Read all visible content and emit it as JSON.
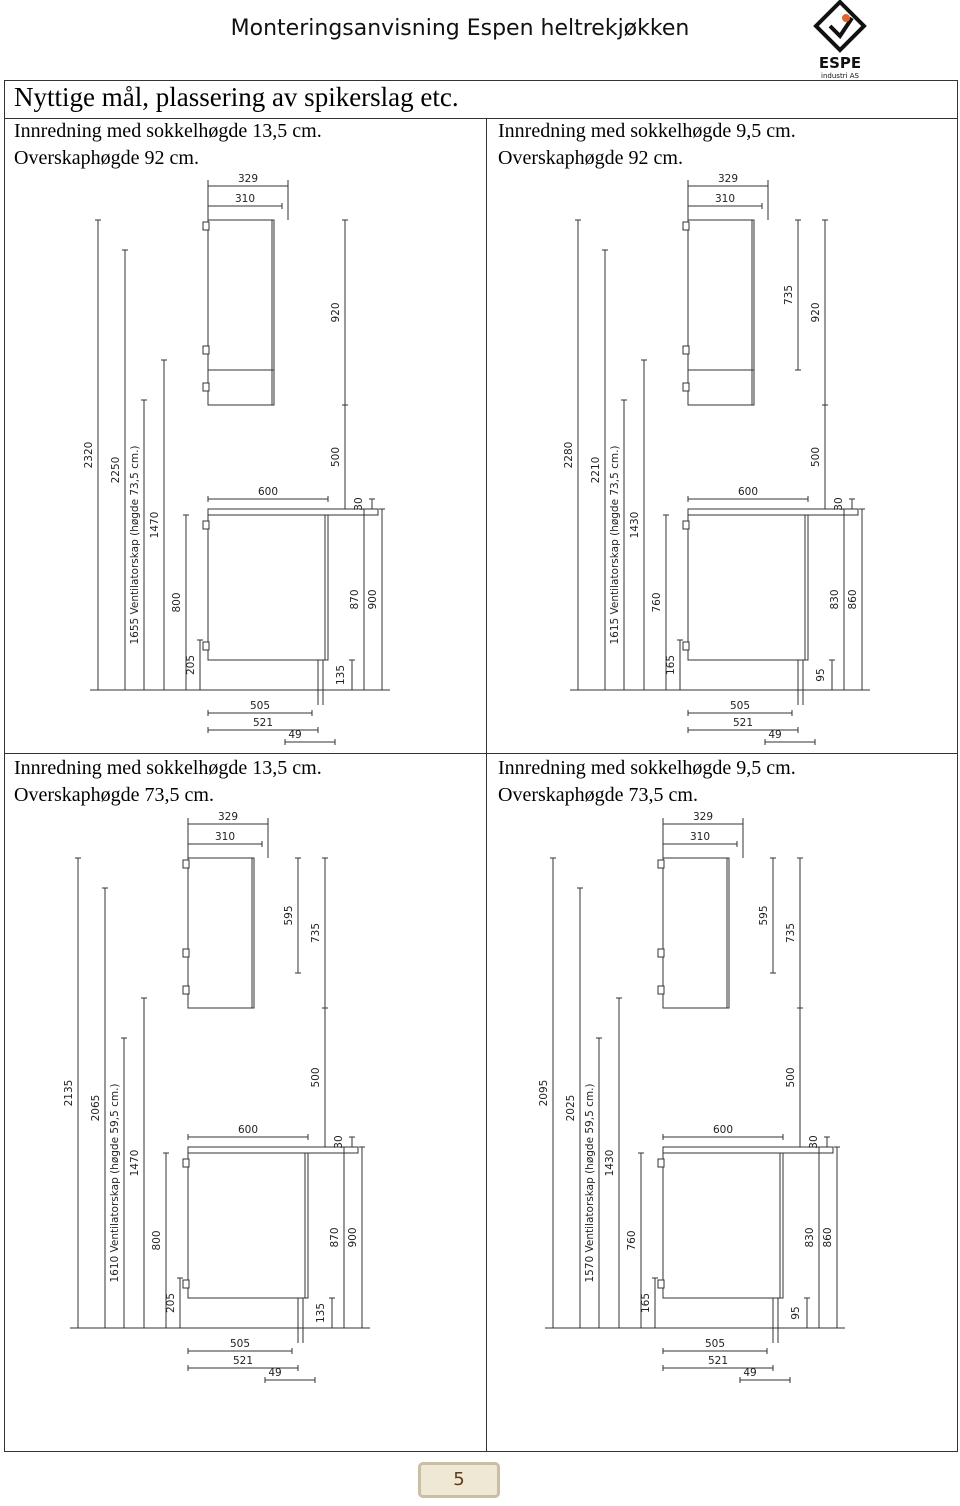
{
  "header": {
    "title": "Monteringsanvisning Espen heltrekjøkken",
    "logo_text": "ESPE",
    "logo_subtext": "industri AS"
  },
  "section": {
    "title": "Nyttige mål, plassering av spikerslag etc."
  },
  "panels": [
    {
      "caption_line1": "Innredning med sokkelhøgde 13,5 cm.",
      "caption_line2": "Overskaphøgde 92 cm.",
      "dims": {
        "top_w1": "329",
        "top_w2": "310",
        "upper_h": "920",
        "upper_inner": "",
        "gap": "500",
        "worktop": "30",
        "base_w": "600",
        "h870": "870",
        "h900": "900",
        "plinth": "135",
        "total": "2320",
        "h2250": "2250",
        "vent": "1655 Ventilatorskap (høgde 73,5 cm.)",
        "h1470": "1470",
        "h800": "800",
        "h205": "205",
        "d505": "505",
        "d521": "521",
        "d49": "49"
      }
    },
    {
      "caption_line1": "Innredning med sokkelhøgde 9,5 cm.",
      "caption_line2": "Overskaphøgde 92 cm.",
      "dims": {
        "top_w1": "329",
        "top_w2": "310",
        "upper_h": "920",
        "upper_inner": "735",
        "gap": "500",
        "worktop": "30",
        "base_w": "600",
        "h870": "830",
        "h900": "860",
        "plinth": "95",
        "total": "2280",
        "h2250": "2210",
        "vent": "1615 Ventilatorskap (høgde 73,5 cm.)",
        "h1470": "1430",
        "h800": "760",
        "h205": "165",
        "d505": "505",
        "d521": "521",
        "d49": "49"
      }
    },
    {
      "caption_line1": "Innredning med sokkelhøgde 13,5 cm.",
      "caption_line2": "Overskaphøgde 73,5 cm.",
      "dims": {
        "top_w1": "329",
        "top_w2": "310",
        "upper_h": "735",
        "upper_inner": "595",
        "gap": "500",
        "worktop": "30",
        "base_w": "600",
        "h870": "870",
        "h900": "900",
        "plinth": "135",
        "total": "2135",
        "h2250": "2065",
        "vent": "1610 Ventilatorskap (høgde 59,5 cm.)",
        "h1470": "1470",
        "h800": "800",
        "h205": "205",
        "d505": "505",
        "d521": "521",
        "d49": "49"
      }
    },
    {
      "caption_line1": "Innredning med sokkelhøgde 9,5 cm.",
      "caption_line2": "Overskaphøgde 73,5 cm.",
      "dims": {
        "top_w1": "329",
        "top_w2": "310",
        "upper_h": "735",
        "upper_inner": "595",
        "gap": "500",
        "worktop": "30",
        "base_w": "600",
        "h870": "830",
        "h900": "860",
        "plinth": "95",
        "total": "2095",
        "h2250": "2025",
        "vent": "1570 Ventilatorskap (høgde 59,5 cm.)",
        "h1470": "1430",
        "h800": "760",
        "h205": "165",
        "d505": "505",
        "d521": "521",
        "d49": "49"
      }
    }
  ],
  "footer": {
    "page_number": "5"
  }
}
